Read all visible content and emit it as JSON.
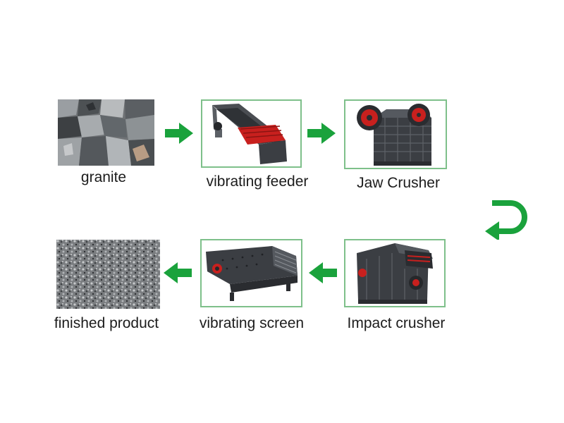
{
  "steps": [
    {
      "id": "granite",
      "label": "granite",
      "icon": "granite-rocks-icon"
    },
    {
      "id": "vibrating-feeder",
      "label": "vibrating feeder",
      "icon": "vibrating-feeder-icon"
    },
    {
      "id": "jaw-crusher",
      "label": "Jaw Crusher",
      "icon": "jaw-crusher-icon"
    },
    {
      "id": "impact-crusher",
      "label": "Impact crusher",
      "icon": "impact-crusher-icon"
    },
    {
      "id": "vibrating-screen",
      "label": "vibrating screen",
      "icon": "vibrating-screen-icon"
    },
    {
      "id": "finished-product",
      "label": "finished product",
      "icon": "gravel-icon"
    }
  ],
  "colors": {
    "arrow": "#1aa23c",
    "frame": "#7ec08a",
    "machine": "#3b3e43",
    "accent": "#c8201e"
  }
}
